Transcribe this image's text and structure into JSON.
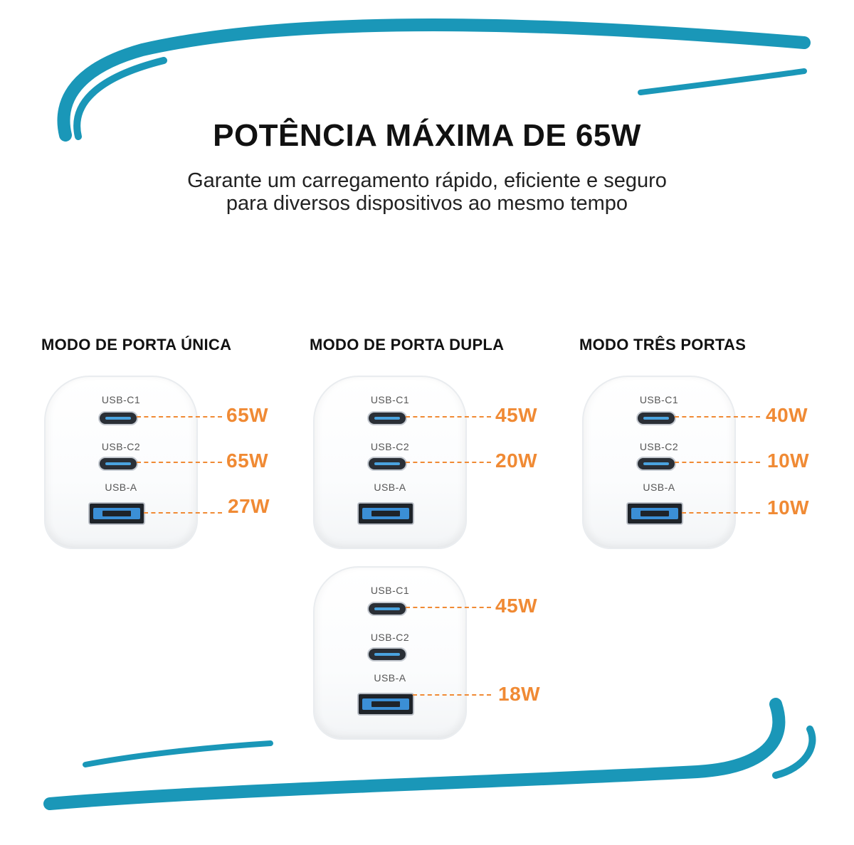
{
  "header": {
    "title": "POTÊNCIA MÁXIMA DE 65W",
    "subtitle_line1": "Garante um carregamento rápido, eficiente e seguro",
    "subtitle_line2": "para diversos dispositivos ao mesmo tempo"
  },
  "colors": {
    "accent_teal": "#1a97b8",
    "watt_orange": "#f08a34",
    "usb_blue": "#3b8fd6"
  },
  "ports": {
    "c1": "USB-C1",
    "c2": "USB-C2",
    "a": "USB-A"
  },
  "modes": [
    {
      "title": "MODO DE PORTA ÚNICA",
      "watts": {
        "c1": "65W",
        "c2": "65W",
        "a": "27W"
      }
    },
    {
      "title": "MODO DE PORTA DUPLA",
      "watts": {
        "c1": "45W",
        "c2": "20W",
        "a": ""
      }
    },
    {
      "title": "MODO TRÊS PORTAS",
      "watts": {
        "c1": "40W",
        "c2": "10W",
        "a": "10W"
      }
    }
  ],
  "dual_alt": {
    "watts": {
      "c1": "45W",
      "c2": "",
      "a": "18W"
    }
  }
}
